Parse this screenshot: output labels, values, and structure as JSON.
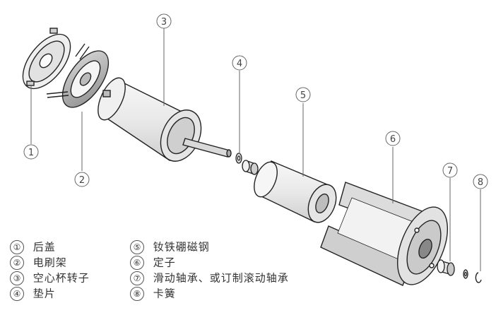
{
  "callouts": [
    "1",
    "2",
    "3",
    "4",
    "5",
    "6",
    "7",
    "8"
  ],
  "legend": [
    {
      "num": "①",
      "text": "后盖"
    },
    {
      "num": "②",
      "text": "电刷架"
    },
    {
      "num": "③",
      "text": "空心杯转子"
    },
    {
      "num": "④",
      "text": "垫片"
    },
    {
      "num": "⑤",
      "text": "钕铁硼磁钢"
    },
    {
      "num": "⑥",
      "text": "定子"
    },
    {
      "num": "⑦",
      "text": "滑动轴承、或订制滚动轴承"
    },
    {
      "num": "⑧",
      "text": "卡簧"
    }
  ]
}
